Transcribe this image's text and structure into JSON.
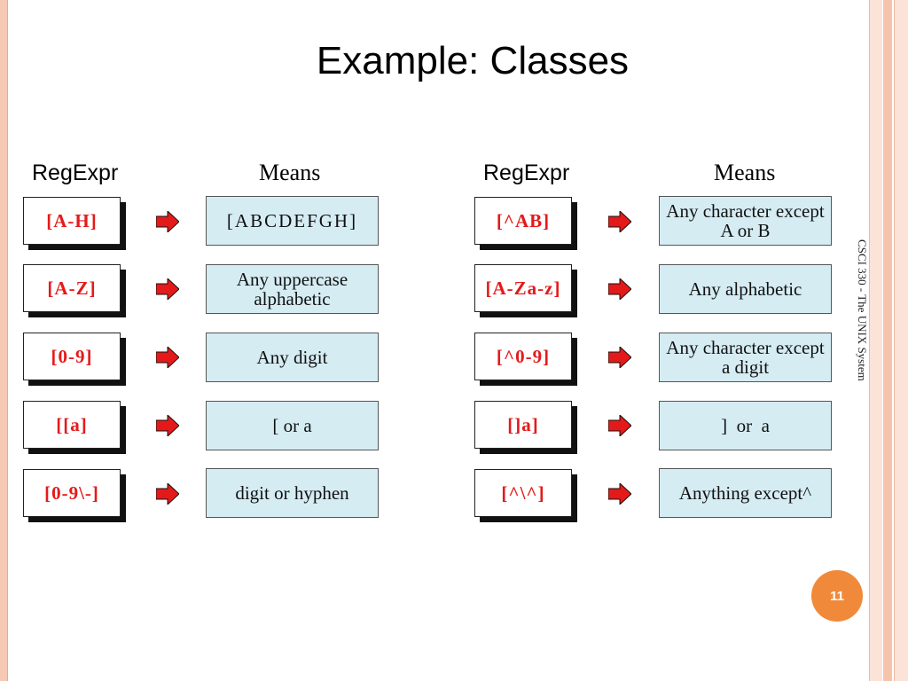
{
  "slide": {
    "title": "Example: Classes",
    "side_caption": "CSCI 330 - The UNIX System",
    "page_number": "11"
  },
  "colors": {
    "accent_orange": "#f08a3a",
    "regex_text": "#e41a1a",
    "meaning_fill": "#d5ecf3",
    "arrow": "#e41a1a"
  },
  "left_table": {
    "header_regex": "RegExpr",
    "header_means": "Means",
    "rows": [
      {
        "regex": "[A-H]",
        "means": "[ABCDEFGH]"
      },
      {
        "regex": "[A-Z]",
        "means": "Any uppercase alphabetic"
      },
      {
        "regex": "[0-9]",
        "means": "Any digit"
      },
      {
        "regex": "[[a]",
        "means": "[ or a"
      },
      {
        "regex": "[0-9\\-]",
        "means": "digit or hyphen"
      }
    ]
  },
  "right_table": {
    "header_regex": "RegExpr",
    "header_means": "Means",
    "rows": [
      {
        "regex": "[^AB]",
        "means": "Any character except A or B"
      },
      {
        "regex": "[A-Za-z]",
        "means": "Any alphabetic"
      },
      {
        "regex": "[^0-9]",
        "means": "Any character except a digit"
      },
      {
        "regex": "[]a]",
        "means": "]  or  a"
      },
      {
        "regex": "[^\\^]",
        "means": "Anything except^"
      }
    ]
  }
}
